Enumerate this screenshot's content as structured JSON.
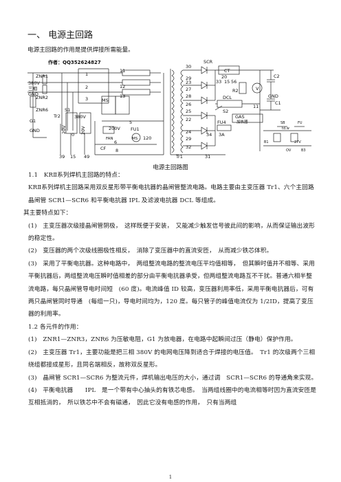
{
  "heading": "一、 电源主回路",
  "intro": "电源主回路的作用是提供焊接所需能量。",
  "diagram": {
    "watermark": "作者：QQ352624827",
    "labels": {
      "znr1": "ZNR1",
      "znr2": "ZNR2",
      "znr6": "ZNR6",
      "v380_left": "380V",
      "three_phase": "三相",
      "gnd_left": "GND",
      "g1": "G1",
      "gnd_bottom": "GND",
      "n11": "11",
      "n12": "12",
      "n13": "13",
      "n1": "1",
      "n2": "2",
      "n3": "3",
      "ms": "MS",
      "s1": "S1",
      "tr2": "Tr2",
      "v380_mid": "380V",
      "v20_a": "20V",
      "n0": "0",
      "v20_b": "20V",
      "n39": "39",
      "n15": "15",
      "n49": "49",
      "n5": "5",
      "fu1": "FU1",
      "v200": "200V",
      "fan": "FAN",
      "ms2": "MS",
      "n120": "120",
      "n6": "6",
      "cf": "CF",
      "n8": "8",
      "n30": "30",
      "scr": "SCR",
      "ct": "CT",
      "n29": "29",
      "n23": "23",
      "n27": "27",
      "n33": "33",
      "n15b": "15",
      "n56": "56",
      "n20": "20",
      "r2": "R2",
      "v_meter": "V",
      "c2": "C2",
      "n28": "28",
      "dcl": "DCL",
      "gnd_r": "GND",
      "c1": "C1",
      "n26": "26",
      "n25": "25",
      "s2": "S2",
      "n22": "22",
      "gas": "GAS",
      "gas_sub": "加热器",
      "fu4": "FU4",
      "a3": "3A",
      "n24": "24",
      "n34": "34",
      "n29b": "29",
      "n32": "32",
      "tr1": "Tr1",
      "n31": "31",
      "n11r": "11",
      "sw_label": "SB",
      "fu_label": "FU",
      "tdw": "td.w",
      "b1": "B1",
      "v27": "27V",
      "ov": "OV",
      "b3": "B3"
    }
  },
  "caption": "电源主回路图",
  "section_1_1": "1.1　KRⅡ系列焊机主回路的特点：",
  "p1": "KRⅡ系列焊机主回路采用双反星形带平衡电抗器的晶闸管整流电路。电路主要由主变压器 Tr1、六个主回路晶闸管 SCR1—SCR6 和平衡电抗器 IPL 及滤波电抗器 DCL 等组成。",
  "p2": "其主要特点如下：",
  "p3": "(1)　主变压器次级接晶闸管阴极，　这样既便于安装，　又能减少触发信号彼此间的影响，从而保证输出波形的稳定性。",
  "p4": "(2)　变压器的两个次级线圈极性相反，　消除了变压器中的直流安匝，　从而减少铁芯体积。",
  "p5": "(3)　采用了平衡电抗器。这种电路中，　两组整流电路的整流电压平均值相等，　但其瞬时值并不相等、采用平衡抗器后，两组整流电压瞬时值相差的部分由平衡电抗器承受，但两组整流电路互不干扰。普通六相半整流电路，每只晶闸管导电时间短　(60 度)。电流峰值 ID 较高，变压器利用率低，采用平衡电抗器后，可有两只晶闸管同时导通　(每组一只)，导电时间均为，120 度。每只管子的峰值电流仅为 1/2ID，提高了变压器的利用率。",
  "section_1_2": "1.2 各元件的作用：",
  "p6": "(1)　ZNR1—ZNR3，ZNR6 为压敏电阻，G1 为放电器，在电路中起瞬间过压（静电）保护作用。",
  "p7": "(2)　主变压器 Tr1，主要功能是把三相 380V 的电网电压降到适合于焊接的电压值。　Tr1 的次级两个三相绕组都接成星形，且同名端相反，故称双反星形。",
  "p8": "(3)　晶闸管 SCR1—SCR6 为整流元件，焊机输出电压的大小，通过调　SCR1—SCR6 的导通角来实现。",
  "p9": "(4)　平衡电抗器　　IPL　是一个带有中心抽头的有铁芯电感。　当两组线圈中的电流相等时因为直流安匝是互相抵消的，　所以铁芯中不会有磁通，　因此它没有电感的作用，　只有当两组",
  "page_number": "1"
}
